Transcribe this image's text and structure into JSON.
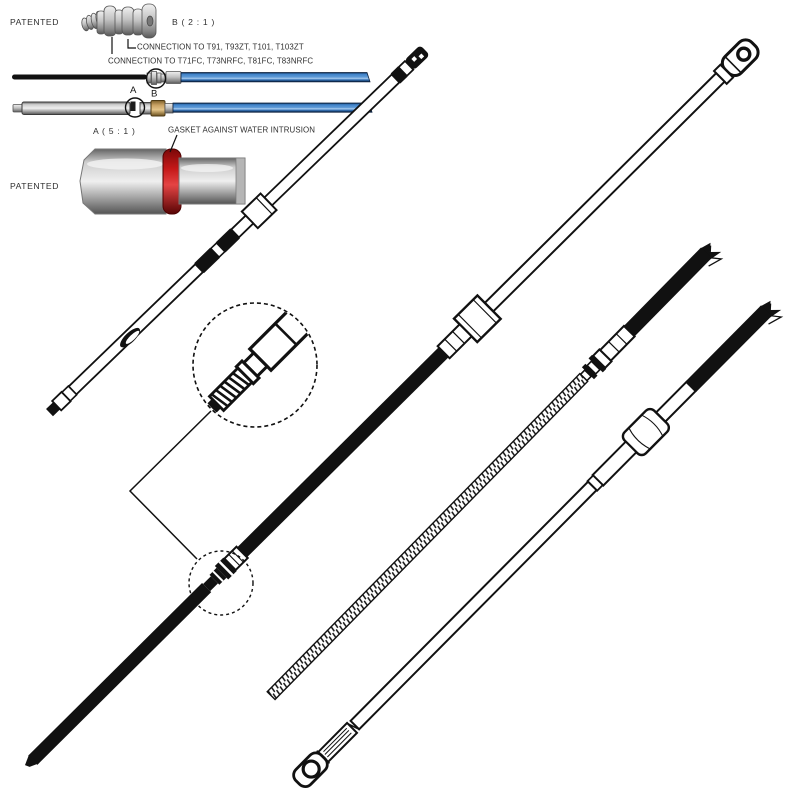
{
  "page": {
    "title": "Steering cable technical drawing",
    "background": "#ffffff"
  },
  "colors": {
    "page_bg": "#ffffff",
    "ink": "#111111",
    "text_ink": "#2f2f2f",
    "cable_blue": "#3f82c9",
    "cable_blue_dark": "#0c2747",
    "cable_blue_light": "#a9cdf1",
    "cable_gray": "#b5b5b5",
    "gasket_red": "#c41818",
    "brass": "#c9a263"
  },
  "annotations": {
    "patented_top": "PATENTED",
    "patented_bottom": "PATENTED",
    "detail_b_title": "B ( 2 : 1 )",
    "detail_a_title": "A ( 5 : 1 )",
    "connection_line_1": "CONNECTION TO T91, T93ZT, T101, T103ZT",
    "connection_line_2": "CONNECTION TO T71FC, T73NRFC, T81FC, T83NRFC",
    "gasket_note": "GASKET AGAINST WATER INTRUSION",
    "callout_a_label": "A",
    "callout_b_label": "B"
  }
}
